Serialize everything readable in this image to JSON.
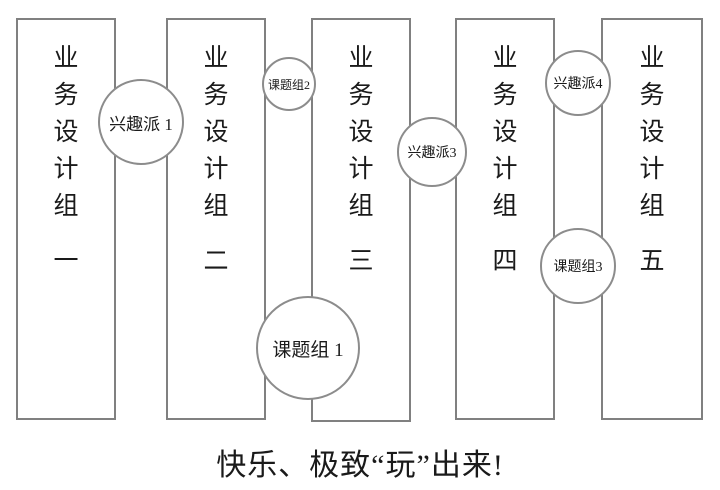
{
  "diagram": {
    "caption": "快乐、极致“玩”出来!",
    "stroke_color": "#808080",
    "bubble_stroke_color": "#8c8c8c",
    "text_color": "#1a1a1a",
    "background_color": "#ffffff",
    "columns": [
      {
        "label": "业务设计组",
        "ordinal": "一",
        "chars": [
          "业",
          "务",
          "设",
          "计",
          "组"
        ]
      },
      {
        "label": "业务设计组",
        "ordinal": "二",
        "chars": [
          "业",
          "务",
          "设",
          "计",
          "组"
        ]
      },
      {
        "label": "业务设计组",
        "ordinal": "三",
        "chars": [
          "业",
          "务",
          "设",
          "计",
          "组"
        ]
      },
      {
        "label": "业务设计组",
        "ordinal": "四",
        "chars": [
          "业",
          "务",
          "设",
          "计",
          "组"
        ]
      },
      {
        "label": "业务设计组",
        "ordinal": "五",
        "chars": [
          "业",
          "务",
          "设",
          "计",
          "组"
        ]
      }
    ],
    "bubbles": [
      {
        "label": "兴趣派 1"
      },
      {
        "label": "课题组2"
      },
      {
        "label": "课题组 1"
      },
      {
        "label": "兴趣派3"
      },
      {
        "label": "兴趣派4"
      },
      {
        "label": "课题组3"
      }
    ]
  }
}
